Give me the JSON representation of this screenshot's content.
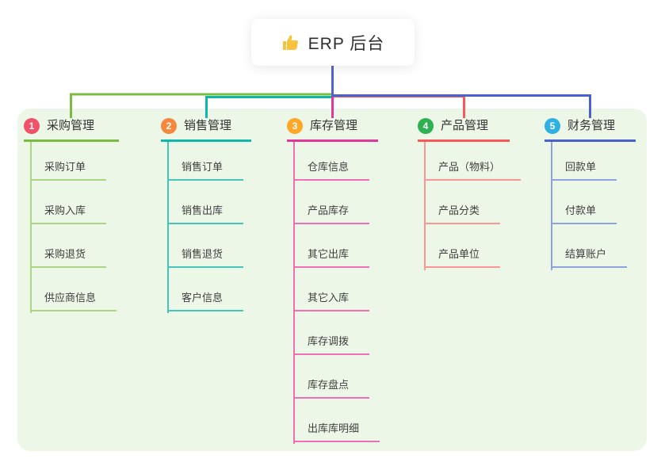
{
  "root": {
    "label": "ERP 后台",
    "icon": "thumbs-up"
  },
  "branches": [
    {
      "num": "1",
      "label": "采购管理",
      "badge_color": "#f25268",
      "line_color": "#7abc3f",
      "light_color": "#acd584",
      "items": [
        "采购订单",
        "采购入库",
        "采购退货",
        "供应商信息"
      ]
    },
    {
      "num": "2",
      "label": "销售管理",
      "badge_color": "#f8873e",
      "line_color": "#0fb6aa",
      "light_color": "#45c5b9",
      "items": [
        "销售订单",
        "销售出库",
        "销售退货",
        "客户信息"
      ]
    },
    {
      "num": "3",
      "label": "库存管理",
      "badge_color": "#ffa726",
      "line_color": "#e0389a",
      "light_color": "#ef6fb6",
      "items": [
        "仓库信息",
        "产品库存",
        "其它出库",
        "其它入库",
        "库存调拨",
        "库存盘点",
        "出库库明细"
      ]
    },
    {
      "num": "4",
      "label": "产品管理",
      "badge_color": "#2eb150",
      "line_color": "#f95859",
      "light_color": "#fb9697",
      "items": [
        "产品（物料）",
        "产品分类",
        "产品单位"
      ]
    },
    {
      "num": "5",
      "label": "财务管理",
      "badge_color": "#2fb0e2",
      "line_color": "#4b61d1",
      "light_color": "#8ea1e1",
      "items": [
        "回款单",
        "付款单",
        "结算账户"
      ]
    }
  ],
  "colors": {
    "canvas_bg": "#ffffff",
    "panel_bg": "#ecf7e7",
    "stem_blue": "#4f63d2",
    "thumb_yellow": "#f9c23c",
    "text_dark": "#333333"
  }
}
